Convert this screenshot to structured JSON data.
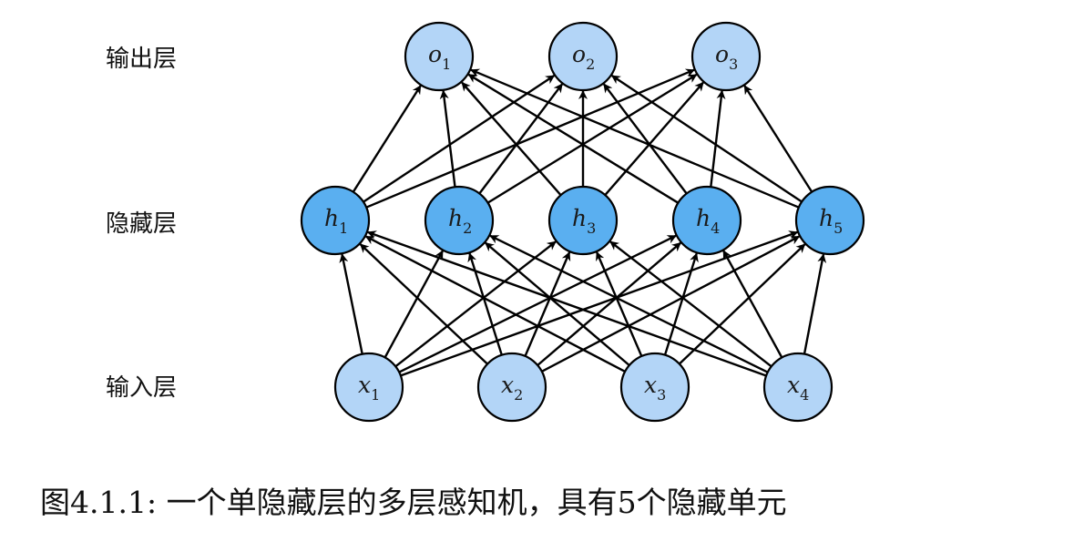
{
  "layers": {
    "output": {
      "label": "输出层",
      "nodes": [
        {
          "var": "o",
          "sub": "1"
        },
        {
          "var": "o",
          "sub": "2"
        },
        {
          "var": "o",
          "sub": "3"
        }
      ]
    },
    "hidden": {
      "label": "隐藏层",
      "nodes": [
        {
          "var": "h",
          "sub": "1"
        },
        {
          "var": "h",
          "sub": "2"
        },
        {
          "var": "h",
          "sub": "3"
        },
        {
          "var": "h",
          "sub": "4"
        },
        {
          "var": "h",
          "sub": "5"
        }
      ]
    },
    "input": {
      "label": "输入层",
      "nodes": [
        {
          "var": "x",
          "sub": "1"
        },
        {
          "var": "x",
          "sub": "2"
        },
        {
          "var": "x",
          "sub": "3"
        },
        {
          "var": "x",
          "sub": "4"
        }
      ]
    }
  },
  "colors": {
    "input_fill": "#b3d5f7",
    "hidden_fill": "#5aaff0",
    "output_fill": "#b3d5f7",
    "edge": "#000000"
  },
  "caption": "图4.1.1: 一个单隐藏层的多层感知机，具有5个隐藏单元"
}
